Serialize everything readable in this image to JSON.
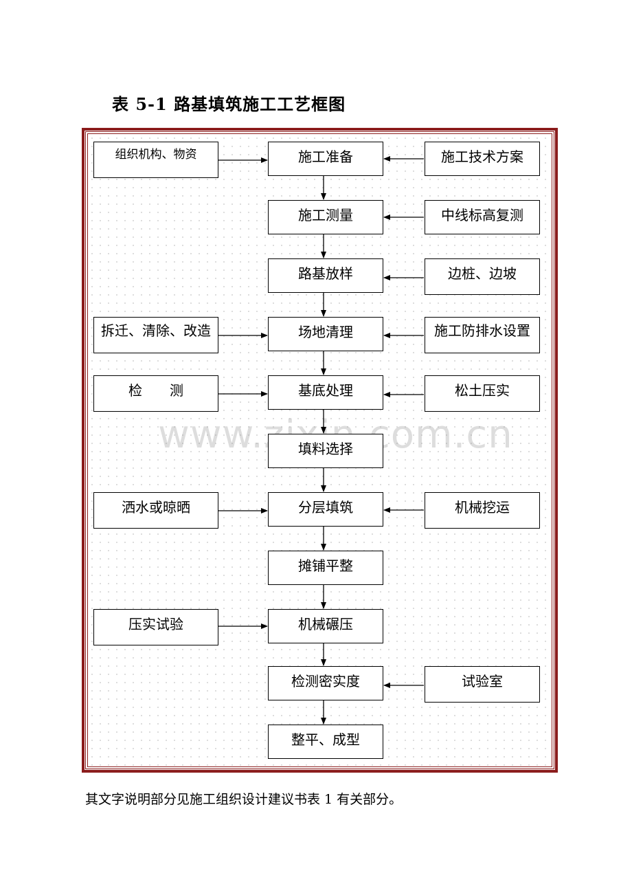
{
  "title": "表 5-1  路基填筑施工工艺框图",
  "watermark": "www.zixin.com.cn",
  "caption": "其文字说明部分见施工组织设计建议书表 1 有关部分。",
  "main_steps": [
    "施工准备",
    "施工测量",
    "路基放样",
    "场地清理",
    "基底处理",
    "填料选择",
    "分层填筑",
    "摊铺平整",
    "机械碾压",
    "检测密实度",
    "整平、成型"
  ],
  "left_inputs": [
    "组织机构、物资",
    "拆迁、清除、改造",
    "检　　测",
    "洒水或晾晒",
    "压实试验"
  ],
  "right_inputs": [
    "施工技术方案",
    "中线标高复测",
    "边桩、边坡",
    "施工防排水设置",
    "松土压实",
    "机械挖运",
    "试验室"
  ],
  "colors": {
    "frame": "#8b1c1c"
  }
}
